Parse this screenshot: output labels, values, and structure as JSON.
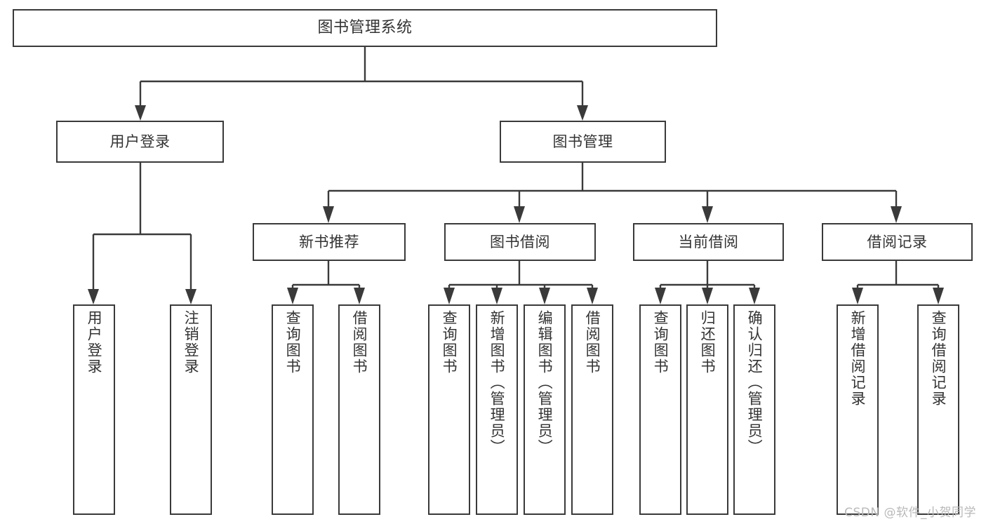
{
  "diagram": {
    "type": "tree",
    "title": "图书管理系统",
    "watermark": "CSDN @软件_小贺同学",
    "colors": {
      "background": "#ffffff",
      "stroke": "#3a3a3a",
      "text": "#333333",
      "watermark": "#b9b9b9"
    },
    "nodes": {
      "root": {
        "label": "图书管理系统"
      },
      "level2": [
        {
          "label": "用户登录"
        },
        {
          "label": "图书管理"
        }
      ],
      "level3": [
        {
          "label": "新书推荐"
        },
        {
          "label": "图书借阅"
        },
        {
          "label": "当前借阅"
        },
        {
          "label": "借阅记录"
        }
      ],
      "leaves": {
        "user_login": [
          {
            "label": "用户登录"
          },
          {
            "label": "注销登录"
          }
        ],
        "new_book": [
          {
            "label": "查询图书"
          },
          {
            "label": "借阅图书"
          }
        ],
        "borrow_book": [
          {
            "label": "查询图书"
          },
          {
            "label": "新增图书（管理员）"
          },
          {
            "label": "编辑图书（管理员）"
          },
          {
            "label": "借阅图书"
          }
        ],
        "current_borrow": [
          {
            "label": "查询图书"
          },
          {
            "label": "归还图书"
          },
          {
            "label": "确认归还（管理员）"
          }
        ],
        "borrow_record": [
          {
            "label": "新增借阅记录"
          },
          {
            "label": "查询借阅记录"
          }
        ]
      }
    }
  }
}
